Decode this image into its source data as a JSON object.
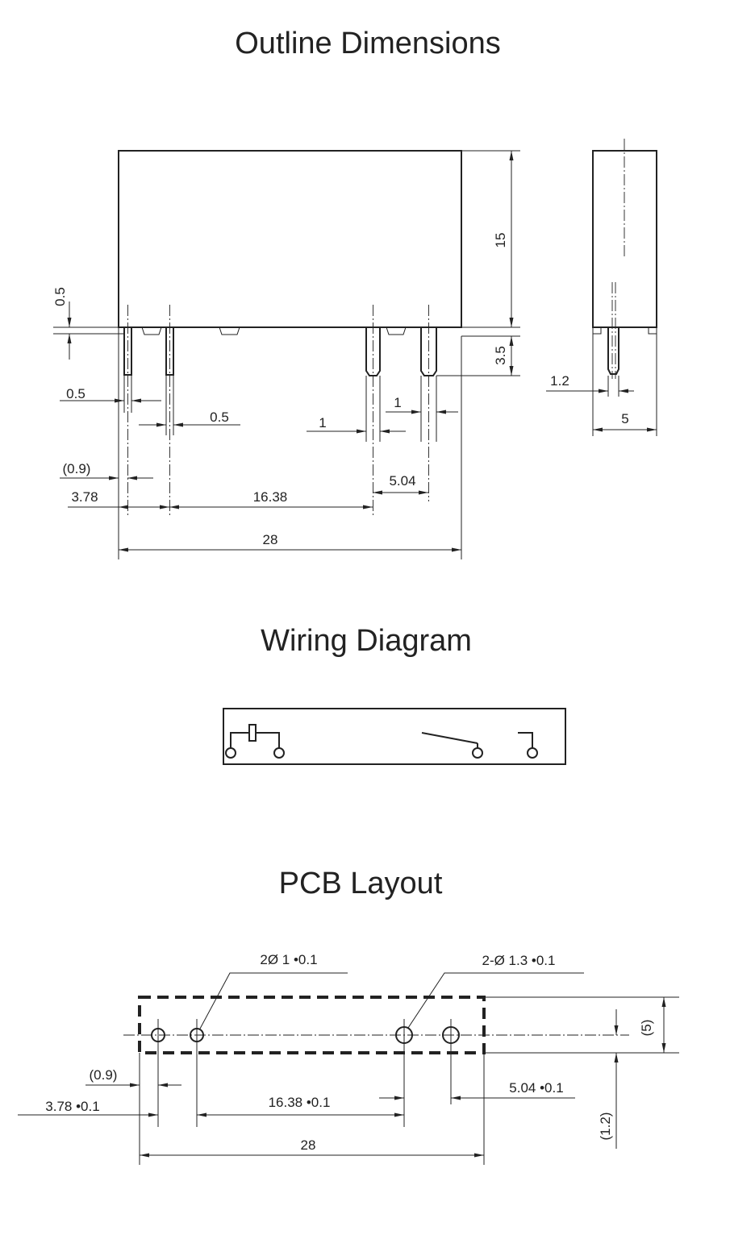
{
  "titles": {
    "outline": "Outline Dimensions",
    "wiring": "Wiring Diagram",
    "pcb": "PCB Layout"
  },
  "outline": {
    "height_body": "15",
    "height_pin": "3.5",
    "step": "0.5",
    "pin_width_left": "0.5",
    "pin_width_mid": "0.5",
    "pin_width_right_a": "1",
    "pin_width_right_b": "1",
    "offset_09": "(0.9)",
    "offset_378": "3.78",
    "span_1638": "16.38",
    "span_504": "5.04",
    "length": "28",
    "side_pin": "1.2",
    "side_width": "5"
  },
  "pcb": {
    "hole_small": "2Ø  1  •0.1",
    "hole_large": "2-Ø  1.3  •0.1",
    "offset_09": "(0.9)",
    "offset_378": "3.78  •0.1",
    "span_1638": "16.38 •0.1",
    "span_504": "5.04  •0.1",
    "length": "28",
    "height_5": "(5)",
    "height_12": "(1.2)"
  }
}
